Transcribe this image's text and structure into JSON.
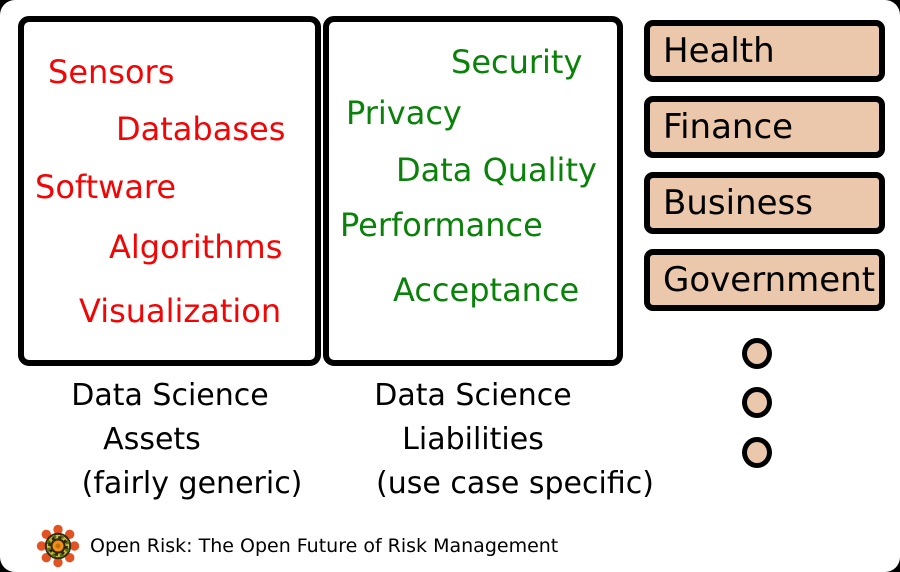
{
  "assets": {
    "items": [
      "Sensors",
      "Databases",
      "Software",
      "Algorithms",
      "Visualization"
    ],
    "caption_lines": [
      "Data Science",
      "Assets",
      "(fairly generic)"
    ],
    "text_color": "#f10505"
  },
  "liabilities": {
    "items": [
      "Security",
      "Privacy",
      "Data Quality",
      "Performance",
      "Acceptance"
    ],
    "caption_lines": [
      "Data Science",
      "Liabilities",
      "(use case specific)"
    ],
    "text_color": "#0a820a"
  },
  "use_cases": {
    "items": [
      "Health",
      "Finance",
      "Business",
      "Government"
    ],
    "fill_color": "#ebc7ab",
    "border_color": "#000000",
    "more_indicator_dots": 3
  },
  "footer": {
    "tagline": "Open Risk: The Open Future of Risk Management"
  }
}
